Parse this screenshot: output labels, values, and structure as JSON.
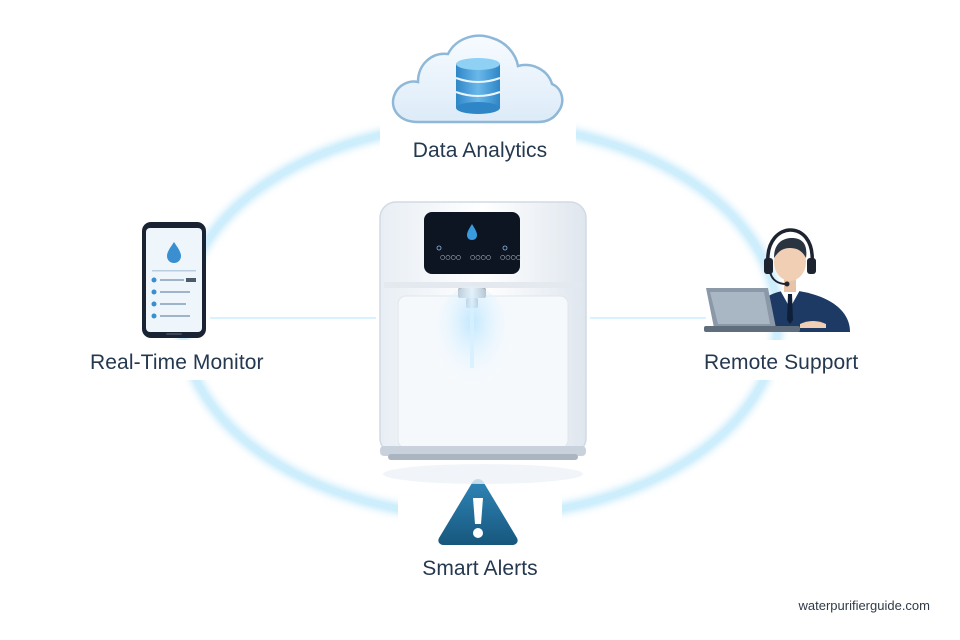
{
  "nodes": {
    "data_analytics": {
      "label": "Data Analytics",
      "icon": "cloud-database-icon"
    },
    "real_time_monitor": {
      "label": "Real-Time Monitor",
      "icon": "smartphone-app-icon"
    },
    "remote_support": {
      "label": "Remote Support",
      "icon": "support-agent-icon"
    },
    "smart_alerts": {
      "label": "Smart Alerts",
      "icon": "warning-triangle-icon"
    }
  },
  "center": {
    "icon": "water-purifier-icon"
  },
  "watermark": "waterpurifierguide.com",
  "colors": {
    "ring_glow": "#7fd0f5",
    "ring_core": "#d6f1ff",
    "text": "#24384f",
    "alert_fill": "#1f6e9a",
    "cloud_fill": "#eaf4fc",
    "database_fill": "#4aa0d8",
    "agent_suit": "#1d3a64"
  }
}
